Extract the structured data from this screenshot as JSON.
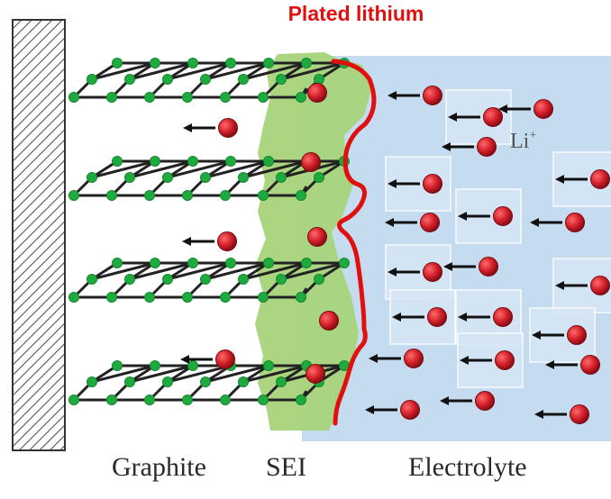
{
  "title": "Plated lithium",
  "labels": {
    "graphite": "Graphite",
    "sei": "SEI",
    "electrolyte": "Electrolyte",
    "li_ion": "Li",
    "li_charge": "+"
  },
  "colors": {
    "plated_lithium": "#e01010",
    "electrolyte": "#c5dcf0",
    "sei": "#a8d37a",
    "graphite_atom": "#1faa3f",
    "li_ion_fill": "#d11f2a",
    "arrow": "#111111"
  },
  "icons": {
    "current_collector": "hatched-collector",
    "graphite_layer": "hexagonal-lattice",
    "li_ion": "red-ball-with-arrow"
  }
}
